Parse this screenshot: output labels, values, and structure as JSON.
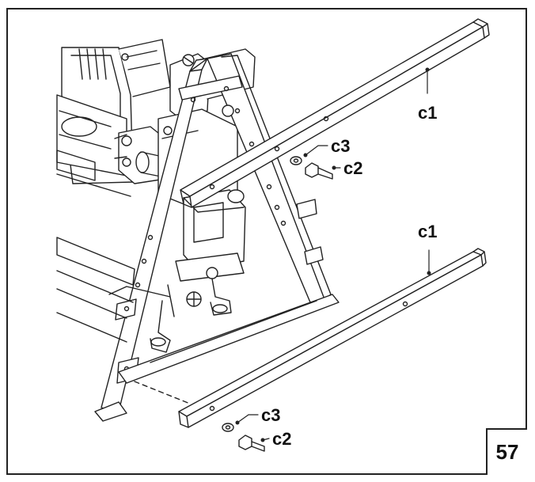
{
  "callouts": {
    "rail_upper": "c1",
    "washer_upper": "c3",
    "bolt_upper": "c2",
    "rail_lower": "c1",
    "washer_lower": "c3",
    "bolt_lower": "c2"
  },
  "page_number": "57",
  "colors": {
    "ink": "#222222",
    "background": "#ffffff"
  }
}
